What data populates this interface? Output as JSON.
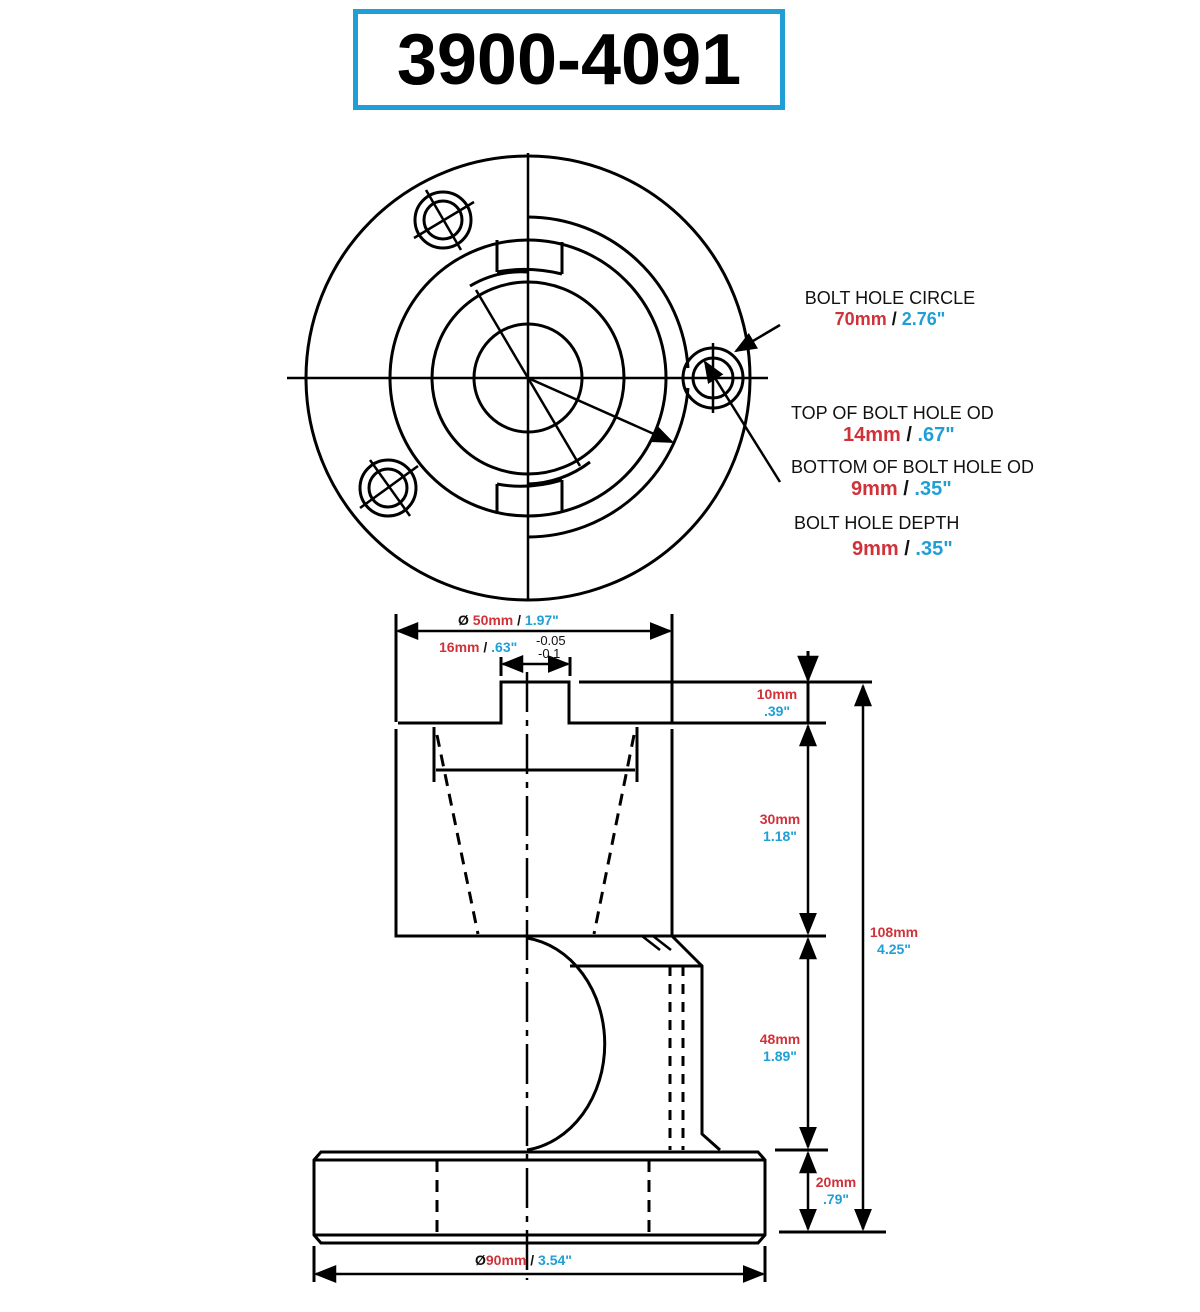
{
  "title": "3900-4091",
  "colors": {
    "metric": "#d0323a",
    "imperial": "#1f9fd6",
    "line": "#000000",
    "frame": "#1f9fd6"
  },
  "callouts": {
    "bolt_hole_circle": {
      "label": "BOLT HOLE CIRCLE",
      "mm": "70mm",
      "sep": "/",
      "in": "2.76\""
    },
    "top_bolt_hole_od": {
      "label": "TOP OF BOLT HOLE OD",
      "mm": "14mm",
      "sep": "/",
      "in": ".67\""
    },
    "bottom_bolt_hole_od": {
      "label": "BOTTOM OF BOLT HOLE OD",
      "mm": "9mm",
      "sep": "/",
      "in": ".35\""
    },
    "bolt_hole_depth": {
      "label": "BOLT HOLE DEPTH",
      "mm": "9mm",
      "sep": "/",
      "in": ".35\""
    }
  },
  "side_view": {
    "top_diameter": {
      "symbol": "Ø",
      "mm": "50mm",
      "sep": "/",
      "in": "1.97\""
    },
    "key_width": {
      "mm": "16mm",
      "sep": "/",
      "in": ".63\"",
      "tol_upper": "-0.05",
      "tol_lower": "-0.1"
    },
    "base_diameter": {
      "symbol": "Ø",
      "mm": "90mm",
      "sep": "/",
      "in": "3.54\""
    },
    "heights": [
      {
        "mm": "10mm",
        "in": ".39\""
      },
      {
        "mm": "30mm",
        "in": "1.18\""
      },
      {
        "mm": "48mm",
        "in": "1.89\""
      },
      {
        "mm": "20mm",
        "in": ".79\""
      }
    ],
    "overall_height": {
      "mm": "108mm",
      "in": "4.25\""
    }
  }
}
